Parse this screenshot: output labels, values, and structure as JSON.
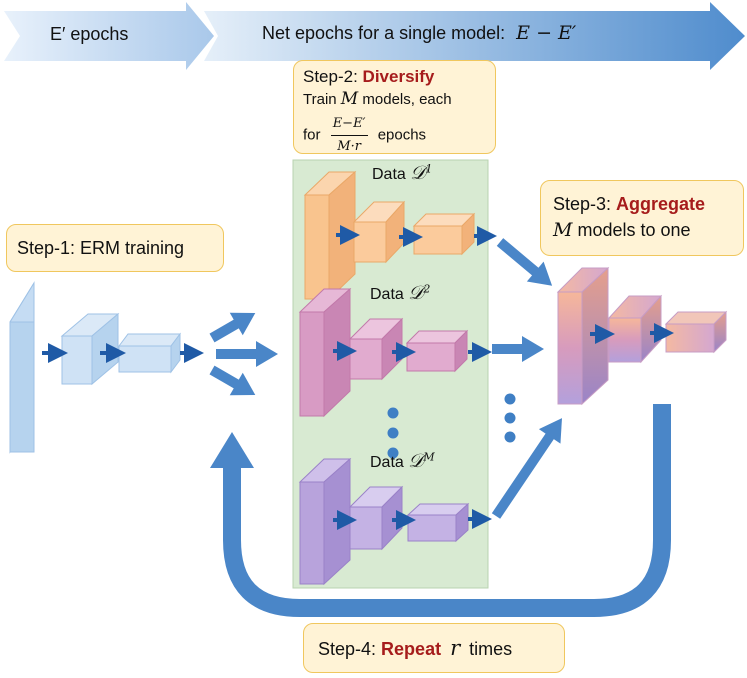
{
  "header": {
    "left_arrow_text": "E′ epochs",
    "right_arrow_text": "Net epochs for a single model:",
    "right_arrow_math": "E − E′"
  },
  "step1": {
    "text": "Step-1: ERM training"
  },
  "step2": {
    "prefix": "Step-2: ",
    "highlight": "Diversify",
    "line2_pre": "Train",
    "line2_var": "M",
    "line2_post": "models, each",
    "line3_pre": "for",
    "frac_num": "E−E′",
    "frac_den": "M·r",
    "line3_post": "epochs"
  },
  "step3": {
    "prefix": "Step-3: ",
    "highlight": "Aggregate",
    "line2_var": "M",
    "line2_post": "models to one"
  },
  "step4": {
    "prefix": "Step-4: ",
    "highlight": "Repeat",
    "var": "r",
    "post": "times"
  },
  "data_labels": {
    "d1_text": "Data",
    "d1_sym": "𝒟",
    "d1_sup": "1",
    "d2_text": "Data",
    "d2_sym": "𝒟",
    "d2_sup": "2",
    "dm_text": "Data",
    "dm_sym": "𝒟",
    "dm_sup": "M"
  },
  "colors": {
    "arrow_blue": "#4a86c8",
    "header_arrow_light": "#dce9f7",
    "header_arrow_dark": "#5b93d1",
    "panel_green": "#d8ead2",
    "erm_blue": "#bed9f2",
    "orange": "#f9c48e",
    "pink": "#d89bc4",
    "purple": "#b8a3dc",
    "accent_red": "#a61c1c",
    "box_fill": "#fff3d6",
    "box_border": "#f0c75e"
  }
}
